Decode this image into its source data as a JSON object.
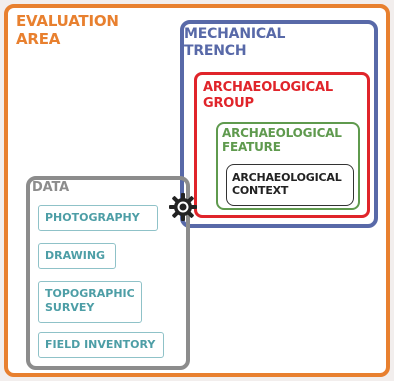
{
  "evaluation_area": {
    "label": "EVALUATION\nAREA"
  },
  "data": {
    "label": "DATA",
    "items": [
      "PHOTOGRAPHY",
      "DRAWING",
      "TOPOGRAPHIC\nSURVEY",
      "FIELD INVENTORY"
    ]
  },
  "mechanical_trench": {
    "label": "MECHANICAL\nTRENCH"
  },
  "archaeological_group": {
    "label": "ARCHAEOLOGICAL\nGROUP"
  },
  "archaeological_feature": {
    "label": "ARCHAEOLOGICAL\nFEATURE"
  },
  "archaeological_context": {
    "label": "ARCHAEOLOGICAL\nCONTEXT"
  },
  "connector_icon": "gear-icon",
  "colors": {
    "evaluation_area": "#e8802f",
    "data": "#8c8c8c",
    "mechanical_trench": "#5869a8",
    "archaeological_group": "#e0242a",
    "archaeological_feature": "#5f9a4e",
    "archaeological_context": "#333333",
    "data_item_border": "#8fc2c8",
    "data_item_text": "#4d9ea6"
  }
}
